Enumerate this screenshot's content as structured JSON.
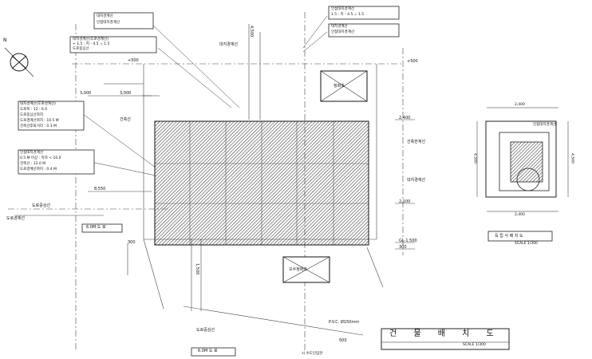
{
  "sheet": {
    "title": "건 물 배 치 도",
    "scale": "SCALE 1/300"
  },
  "north": {
    "label": "N"
  },
  "dims": {
    "d3000a": "3,000",
    "d3000b": "3,000",
    "d8550": "8,550",
    "d4500": "4,500",
    "d1500": "1,500",
    "p500a": "+500",
    "p500b": "+500",
    "d500": "500",
    "d2400": "2,400",
    "d2100": "2,100",
    "dGL": "GL-1.500",
    "d300a": "300",
    "d300b": "300",
    "inset_w1": "2,400",
    "inset_w2": "2,400",
    "inset_h1": "4,500",
    "inset_h2": "4,500",
    "pipe": "P.V.C. Ø150mm"
  },
  "callouts": {
    "top_left_box": [
      "대지경계선",
      "인접대지경계선"
    ],
    "upper_left_box": [
      "대지경계선(도로경계선)",
      "+ 1.5 : 지 - 4.5 = 1.5",
      "도로중심선"
    ],
    "left_box": [
      "대지경계선(도로경계선)",
      "도로폭 : 12 : 6.0",
      "도로중심선까지",
      "도로경계선까지 : 10.5 M",
      "건축선후퇴거리 : 0.3 M"
    ],
    "left_box2": [
      "인접대지경계선",
      "0.5 M 이상 : 지하 < 10.0",
      "건축선 : 12.0 M",
      "도로경계선까지 : 0.4 M"
    ],
    "top_right_box": [
      "인접대지경계선",
      "1.5 : 지 - 4.5 = 1.5"
    ],
    "top_right_box2": [
      "대지경계선",
      "인접대지경계선"
    ]
  },
  "labels": {
    "road_left": "도로중심선",
    "road_left2": "도로경계선",
    "road_width": "6.0M 도 로",
    "road_bottom": "6.0M 도 로",
    "site_line_top": "대지경계선",
    "building_line": "건축선",
    "road_center_b": "도로중심선",
    "tank_top": "정화조",
    "tank_bottom": "오수정화조",
    "inlet": "시 수도인입관",
    "right_line": "대지경계선",
    "right_dim1": "건축한계선",
    "inset_title": "독 립 식 배 치 도",
    "inset_sub": "SCALE 1/300",
    "inset_note": "인접대지경계선"
  }
}
